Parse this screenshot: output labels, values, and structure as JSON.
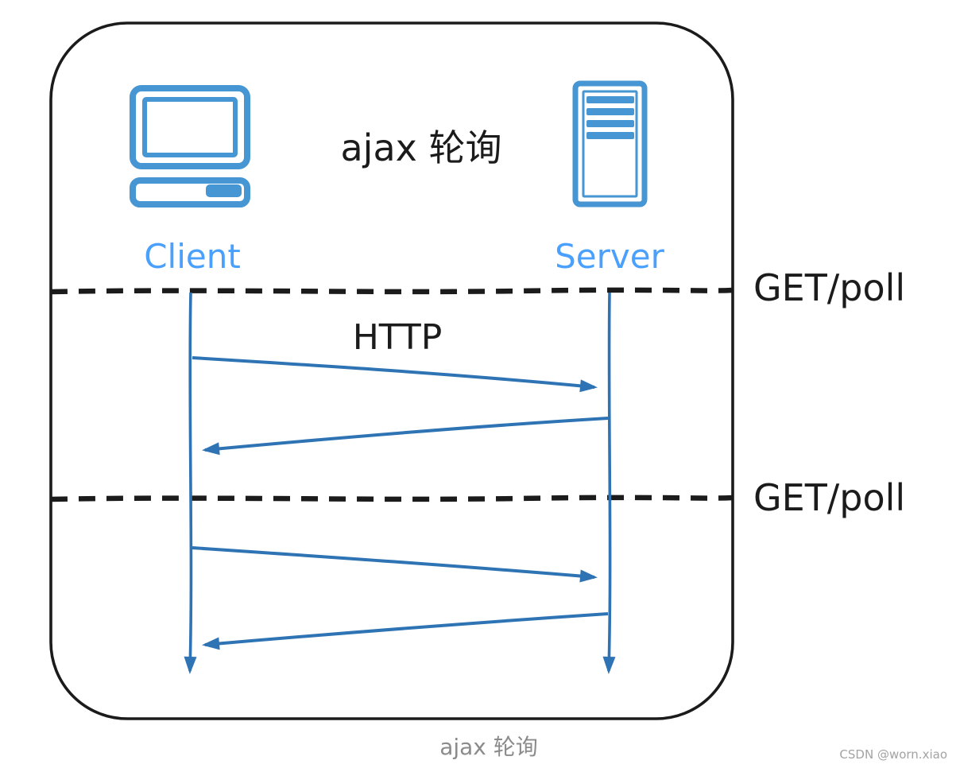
{
  "diagram": {
    "title": "ajax 轮询",
    "caption": "ajax 轮询",
    "watermark": "CSDN @worn.xiao",
    "http_label": "HTTP",
    "poll_labels": [
      "GET/poll",
      "GET/poll"
    ],
    "actors": [
      {
        "id": "client",
        "label": "Client",
        "icon": "computer-icon"
      },
      {
        "id": "server",
        "label": "Server",
        "icon": "server-icon"
      }
    ],
    "messages": [
      {
        "from": "Client",
        "to": "Server",
        "cycle": 1
      },
      {
        "from": "Server",
        "to": "Client",
        "cycle": 1
      },
      {
        "from": "Client",
        "to": "Server",
        "cycle": 2
      },
      {
        "from": "Server",
        "to": "Client",
        "cycle": 2
      }
    ],
    "colors": {
      "ink_black": "#1b1b1b",
      "icon_blue": "#4596d2",
      "actor_label_blue": "#4aa0fd",
      "arrow_blue": "#2e73b3",
      "caption_gray": "#8b8b8b",
      "watermark_gray": "#a3a3a3"
    }
  }
}
